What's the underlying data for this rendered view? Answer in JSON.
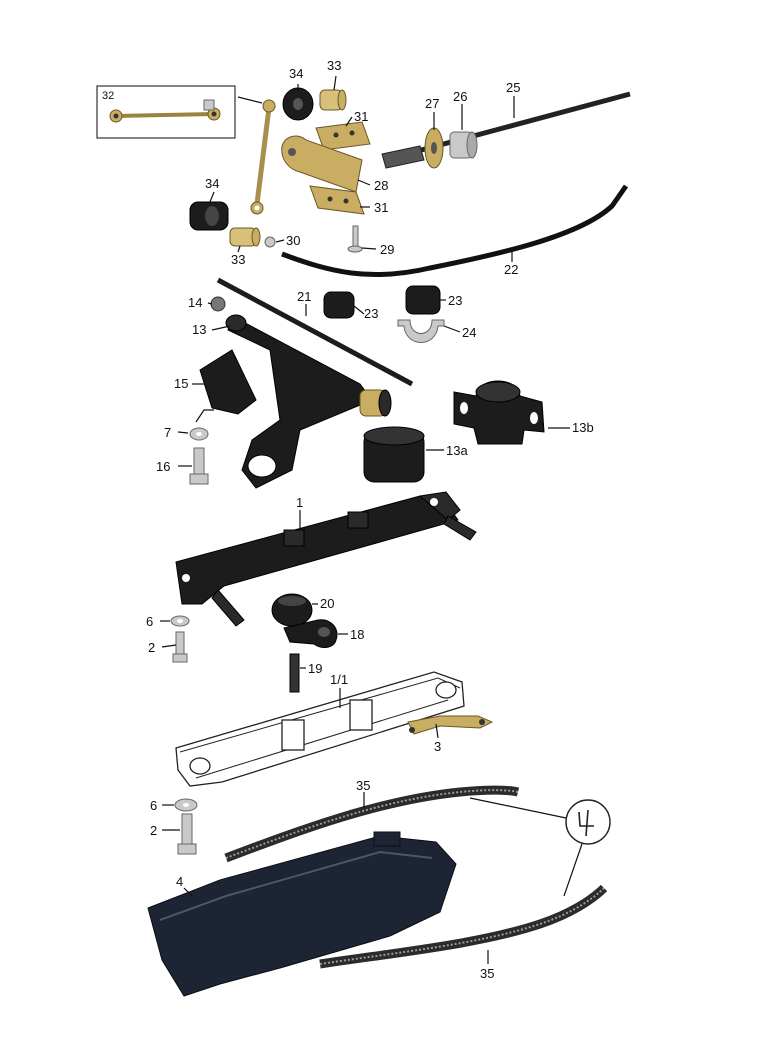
{
  "labels": {
    "l32": "32",
    "l34a": "34",
    "l33a": "33",
    "l31a": "31",
    "l28": "28",
    "l31b": "31",
    "l27": "27",
    "l26": "26",
    "l25": "25",
    "l34b": "34",
    "l33b": "33",
    "l30": "30",
    "l29": "29",
    "l22": "22",
    "l14": "14",
    "l21": "21",
    "l23a": "23",
    "l23b": "23",
    "l13": "13",
    "l24": "24",
    "l15": "15",
    "l13b": "13b",
    "l7": "7",
    "l13a": "13a",
    "l16": "16",
    "l1": "1",
    "l20": "20",
    "l6a": "6",
    "l18": "18",
    "l2a": "2",
    "l19": "19",
    "l11": "1/1",
    "l3": "3",
    "l35a": "35",
    "l6b": "6",
    "l2b": "2",
    "l4": "4",
    "l35b": "35"
  },
  "colors": {
    "black_parts": "#1c1c1c",
    "gold_parts": "#c9ad62",
    "outline_parts": "#222222",
    "cover": "#1d2433"
  }
}
